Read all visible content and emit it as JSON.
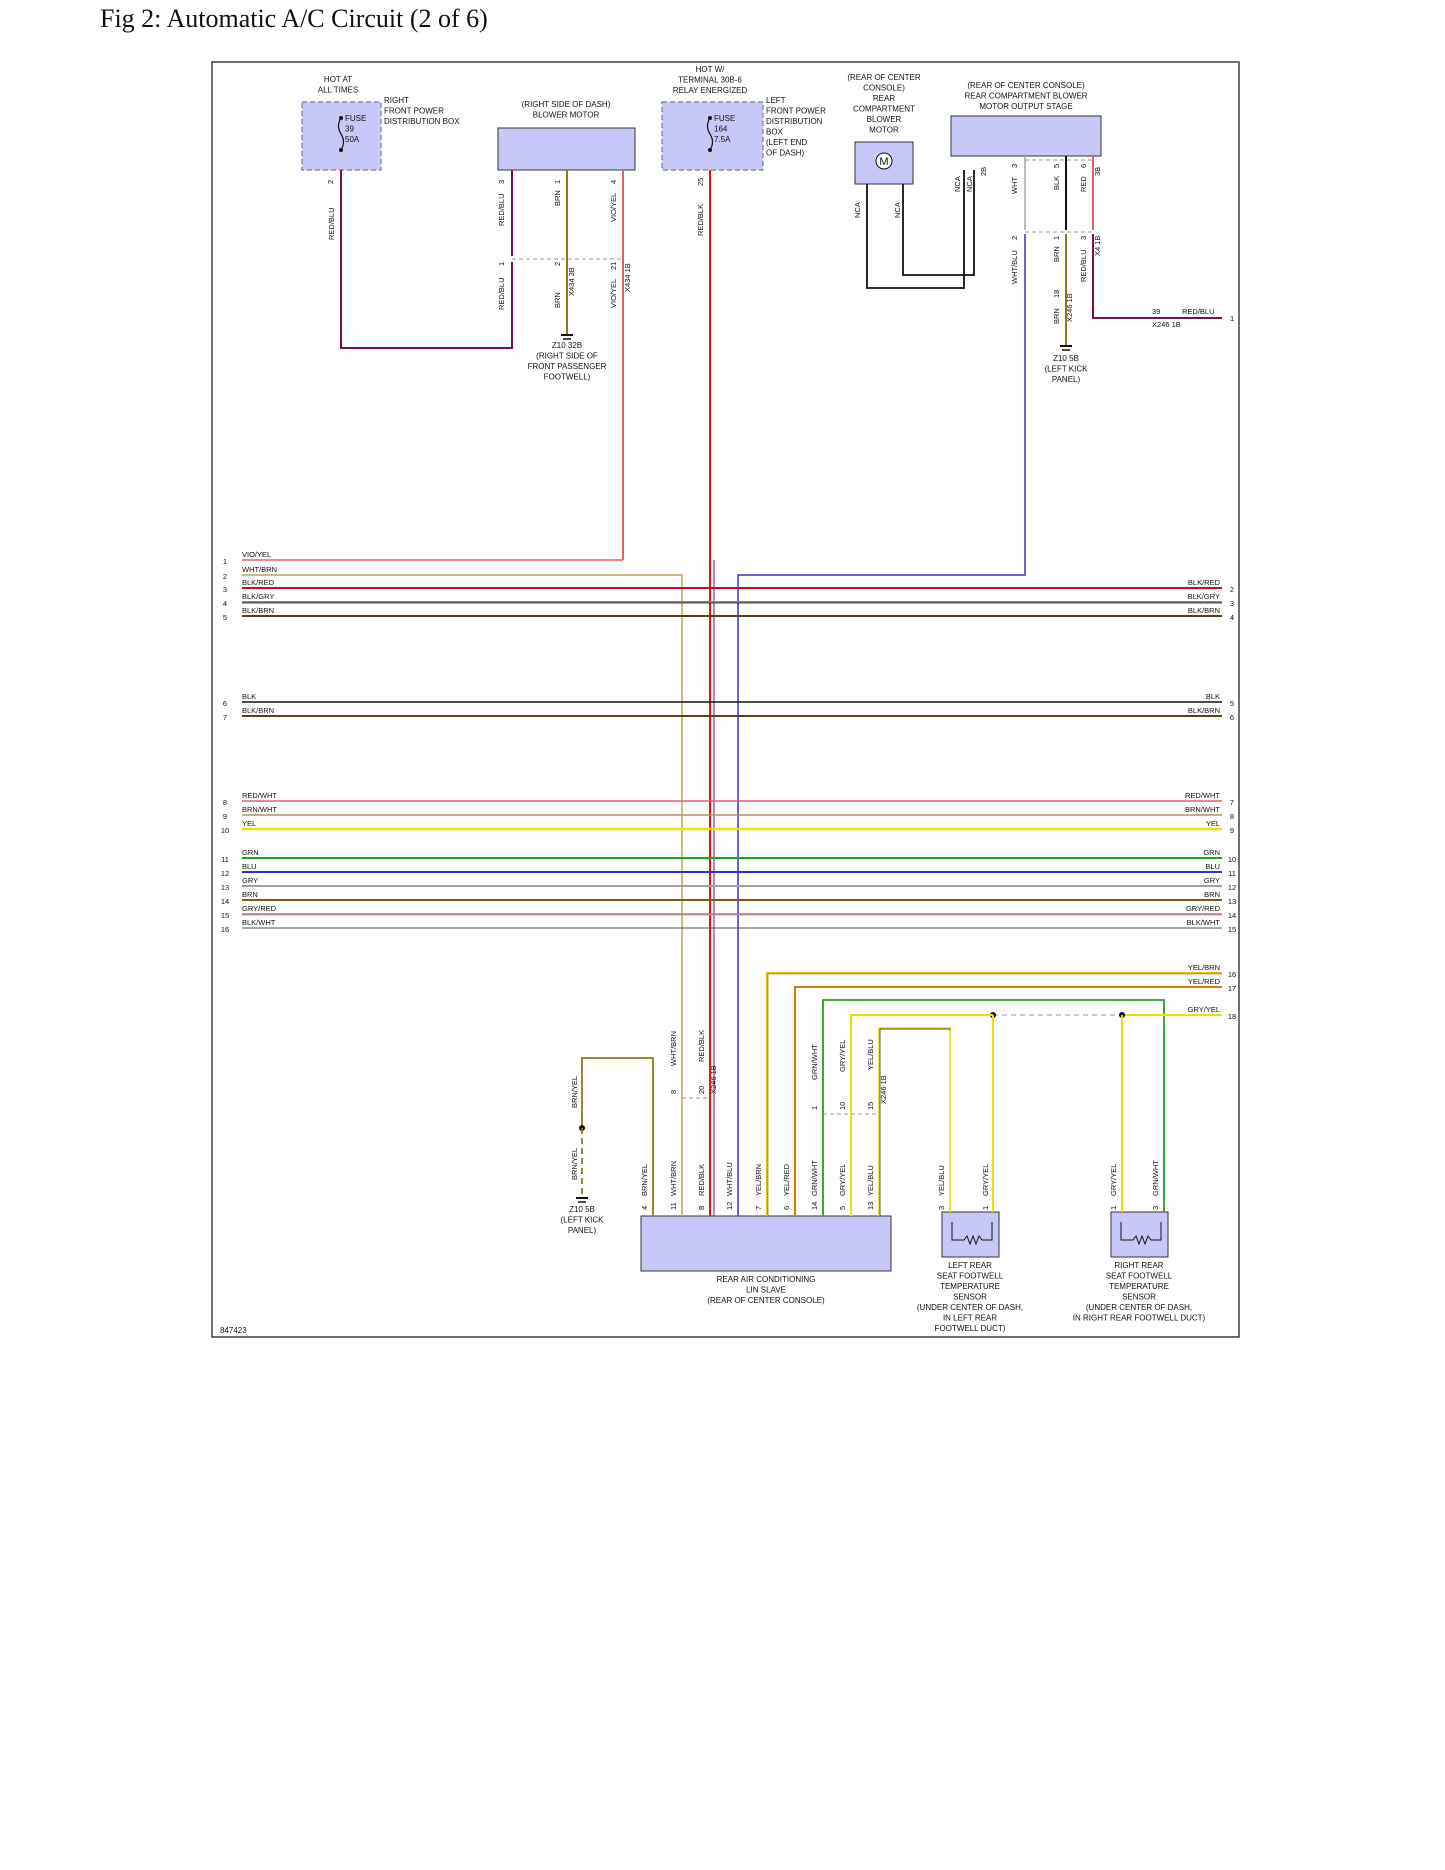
{
  "title": "Fig 2: Automatic A/C Circuit (2 of 6)",
  "doc_id": "847423",
  "colors": {
    "box_fill": "#c8c8f8",
    "wire_red": "#e81010",
    "wire_maroon": "#7a1050",
    "wire_blue": "#3030c8",
    "wire_brown": "#7a5a1a",
    "wire_olive": "#8c7a18",
    "wire_yellow": "#f0e000",
    "wire_green": "#20a020",
    "wire_gray": "#a0a0a0",
    "wire_pink": "#e06070",
    "wire_black": "#111111",
    "wire_orange": "#d07a18"
  },
  "top_labels": [
    {
      "id": "hot-all-times",
      "lines": [
        "HOT AT",
        "ALL TIMES"
      ]
    },
    {
      "id": "right-pdb",
      "lines": [
        "RIGHT",
        "FRONT POWER",
        "DISTRIBUTION BOX"
      ]
    },
    {
      "id": "fuse39",
      "lines": [
        "FUSE",
        "39",
        "50A"
      ]
    },
    {
      "id": "blower-motor",
      "lines": [
        "(RIGHT SIDE OF DASH)",
        "BLOWER MOTOR"
      ]
    },
    {
      "id": "hot-term30b",
      "lines": [
        "HOT W/",
        "TERMINAL 30B-6",
        "RELAY ENERGIZED"
      ]
    },
    {
      "id": "fuse164",
      "lines": [
        "FUSE",
        "164",
        "7.5A"
      ]
    },
    {
      "id": "left-pdb",
      "lines": [
        "LEFT",
        "FRONT POWER",
        "DISTRIBUTION",
        "BOX",
        "(LEFT END",
        "OF DASH)"
      ]
    },
    {
      "id": "rear-blower-motor",
      "lines": [
        "(REAR OF CENTER",
        "CONSOLE)",
        "REAR",
        "COMPARTMENT",
        "BLOWER",
        "MOTOR"
      ]
    },
    {
      "id": "blower-output-stage",
      "lines": [
        "(REAR OF CENTER CONSOLE)",
        "REAR COMPARTMENT BLOWER",
        "MOTOR OUTPUT STAGE"
      ]
    },
    {
      "id": "ground-z10-32b",
      "lines": [
        "Z10 32B",
        "(RIGHT SIDE OF",
        "FRONT PASSENGER",
        "FOOTWELL)"
      ]
    },
    {
      "id": "ground-z10-5b-top",
      "lines": [
        "Z10 5B",
        "(LEFT KICK",
        "PANEL)"
      ]
    }
  ],
  "bottom_labels": [
    {
      "id": "ground-z10-5b-bottom",
      "lines": [
        "Z10 5B",
        "(LEFT KICK",
        "PANEL)"
      ]
    },
    {
      "id": "lin-slave",
      "lines": [
        "REAR AIR CONDITIONING",
        "LIN SLAVE",
        "(REAR OF CENTER CONSOLE)"
      ]
    },
    {
      "id": "left-sensor",
      "lines": [
        "LEFT REAR",
        "SEAT FOOTWELL",
        "TEMPERATURE",
        "SENSOR",
        "(UNDER CENTER OF DASH,",
        "IN LEFT REAR",
        "FOOTWELL DUCT)"
      ]
    },
    {
      "id": "right-sensor",
      "lines": [
        "RIGHT REAR",
        "SEAT FOOTWELL",
        "TEMPERATURE",
        "SENSOR",
        "(UNDER CENTER OF DASH,",
        "IN RIGHT REAR FOOTWELL DUCT)"
      ]
    }
  ],
  "wire_labels": {
    "fuse39_pin": "2",
    "fuse39_wire": "RED/BLU",
    "bm_pin3": "3",
    "bm_pin1": "1",
    "bm_pin4": "4",
    "bm_w3": "RED/BLU",
    "bm_w1": "BRN",
    "bm_w4": "VIO/YEL",
    "x434_w1": "RED/BLU",
    "x434_p1": "1",
    "x434_p2": "2",
    "x434_c2": "X434 3B",
    "x434_w2": "BRN",
    "x434_w21": "VIO/YEL",
    "x434_p21": "21",
    "x434_c21": "X434 1B",
    "fuse164_pin": "25",
    "fuse164_wire": "RED/BLK",
    "nca1": "NCA",
    "nca2": "NCA",
    "nca3": "NCA",
    "nca4": "NCA",
    "os_wht": "WHT",
    "os_p3": "3",
    "os_blk": "BLK",
    "os_p5": "5",
    "os_red": "RED",
    "os_p6": "6",
    "os_c2b_1": "2B",
    "os_c3b": "3B",
    "os_whtblu": "WHT/BLU",
    "os_p2": "2",
    "os_brn1": "BRN",
    "os_p1": "1",
    "os_redblu": "RED/BLU",
    "os_p3b": "3",
    "os_x41b": "X4 1B",
    "x246_brn": "BRN",
    "x246_p18": "18",
    "x246_c": "X246 1B",
    "x246_right_pin": "39",
    "x246_right_wire": "RED/BLU",
    "x246_right_c": "X246 1B",
    "x246_right_n": "1",
    "z_brnyel1": "BRN/YEL",
    "z_brnyel2": "BRN/YEL",
    "lin_whtbrn": "WHT/BRN",
    "lin_redblk": "RED/BLK",
    "lin_p8": "8",
    "lin_p20": "20",
    "lin_c": "X246 1B",
    "lin_grnwht": "GRN/WHT",
    "lin_gryyel": "GRY/YEL",
    "lin_yelblu": "YEL/BLU",
    "lin_p1": "1",
    "lin_p10": "10",
    "lin_p15": "15",
    "lin_c2": "X246 1B",
    "ls_yelblu": "YEL/BLU",
    "ls_gryyel": "GRY/YEL",
    "ls_p3": "3",
    "ls_p1": "1",
    "rs_gryyel": "GRY/YEL",
    "rs_grnwht": "GRN/WHT",
    "rs_p1": "1",
    "rs_p3": "3"
  },
  "lin_pins": [
    {
      "num": "4",
      "wire": "BRN/YEL"
    },
    {
      "num": "11",
      "wire": "WHT/BRN"
    },
    {
      "num": "8",
      "wire": "RED/BLK"
    },
    {
      "num": "12",
      "wire": "WHT/BLU"
    },
    {
      "num": "7",
      "wire": "YEL/BRN"
    },
    {
      "num": "6",
      "wire": "YEL/RED"
    },
    {
      "num": "14",
      "wire": "GRN/WHT"
    },
    {
      "num": "5",
      "wire": "GRY/YEL"
    },
    {
      "num": "13",
      "wire": "YEL/BLU"
    }
  ],
  "left_bus": [
    {
      "num": "1",
      "label": "VIO/YEL"
    },
    {
      "num": "2",
      "label": "WHT/BRN"
    },
    {
      "num": "3",
      "label": "BLK/RED"
    },
    {
      "num": "4",
      "label": "BLK/GRY"
    },
    {
      "num": "5",
      "label": "BLK/BRN"
    },
    {
      "num": "6",
      "label": "BLK"
    },
    {
      "num": "7",
      "label": "BLK/BRN"
    },
    {
      "num": "8",
      "label": "RED/WHT"
    },
    {
      "num": "9",
      "label": "BRN/WHT"
    },
    {
      "num": "10",
      "label": "YEL"
    },
    {
      "num": "11",
      "label": "GRN"
    },
    {
      "num": "12",
      "label": "BLU"
    },
    {
      "num": "13",
      "label": "GRY"
    },
    {
      "num": "14",
      "label": "BRN"
    },
    {
      "num": "15",
      "label": "GRY/RED"
    },
    {
      "num": "16",
      "label": "BLK/WHT"
    }
  ],
  "right_bus": [
    {
      "num": "2",
      "label": "BLK/RED"
    },
    {
      "num": "3",
      "label": "BLK/GRY"
    },
    {
      "num": "4",
      "label": "BLK/BRN"
    },
    {
      "num": "5",
      "label": "BLK"
    },
    {
      "num": "6",
      "label": "BLK/BRN"
    },
    {
      "num": "7",
      "label": "RED/WHT"
    },
    {
      "num": "8",
      "label": "BRN/WHT"
    },
    {
      "num": "9",
      "label": "YEL"
    },
    {
      "num": "10",
      "label": "GRN"
    },
    {
      "num": "11",
      "label": "BLU"
    },
    {
      "num": "12",
      "label": "GRY"
    },
    {
      "num": "13",
      "label": "BRN"
    },
    {
      "num": "14",
      "label": "GRY/RED"
    },
    {
      "num": "15",
      "label": "BLK/WHT"
    },
    {
      "num": "16",
      "label": "YEL/BRN"
    },
    {
      "num": "17",
      "label": "YEL/RED"
    },
    {
      "num": "18",
      "label": "GRY/YEL"
    }
  ],
  "motor_symbol": "M"
}
